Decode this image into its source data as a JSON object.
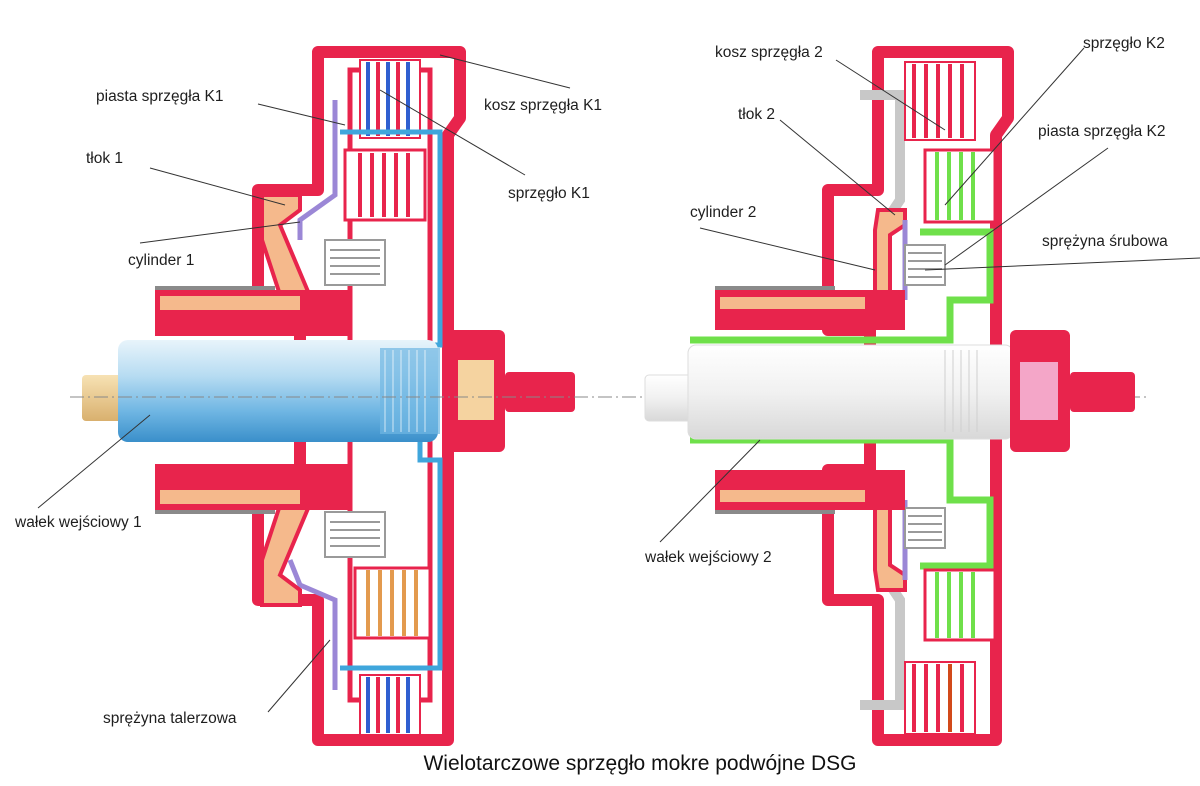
{
  "caption": "Wielotarczowe sprzęgło mokre podwójne DSG",
  "labels_k1": {
    "hub": "piasta sprzęgła K1",
    "basket": "kosz sprzęgła K1",
    "piston": "tłok 1",
    "clutch": "sprzęgło K1",
    "cylinder": "cylinder 1",
    "shaft": "wałek wejściowy 1",
    "disc_spring": "sprężyna talerzowa"
  },
  "labels_k2": {
    "basket": "kosz sprzęgła 2",
    "clutch": "sprzęgło K2",
    "piston": "tłok 2",
    "hub": "piasta sprzęgła K2",
    "cylinder": "cylinder 2",
    "coil_spring": "sprężyna śrubowa",
    "shaft": "wałek wejściowy 2"
  },
  "colors": {
    "housing": "#e8244c",
    "hub_k1": "#3fa6dc",
    "hub_k2": "#6fe04a",
    "piston": "#f5b98c",
    "spring": "#9b87d6",
    "shaft_k1": "#a9d3ee",
    "shaft_k2": "#eeeeee",
    "lining": "#2f5fd0",
    "grey_part": "#c8c8c8"
  }
}
